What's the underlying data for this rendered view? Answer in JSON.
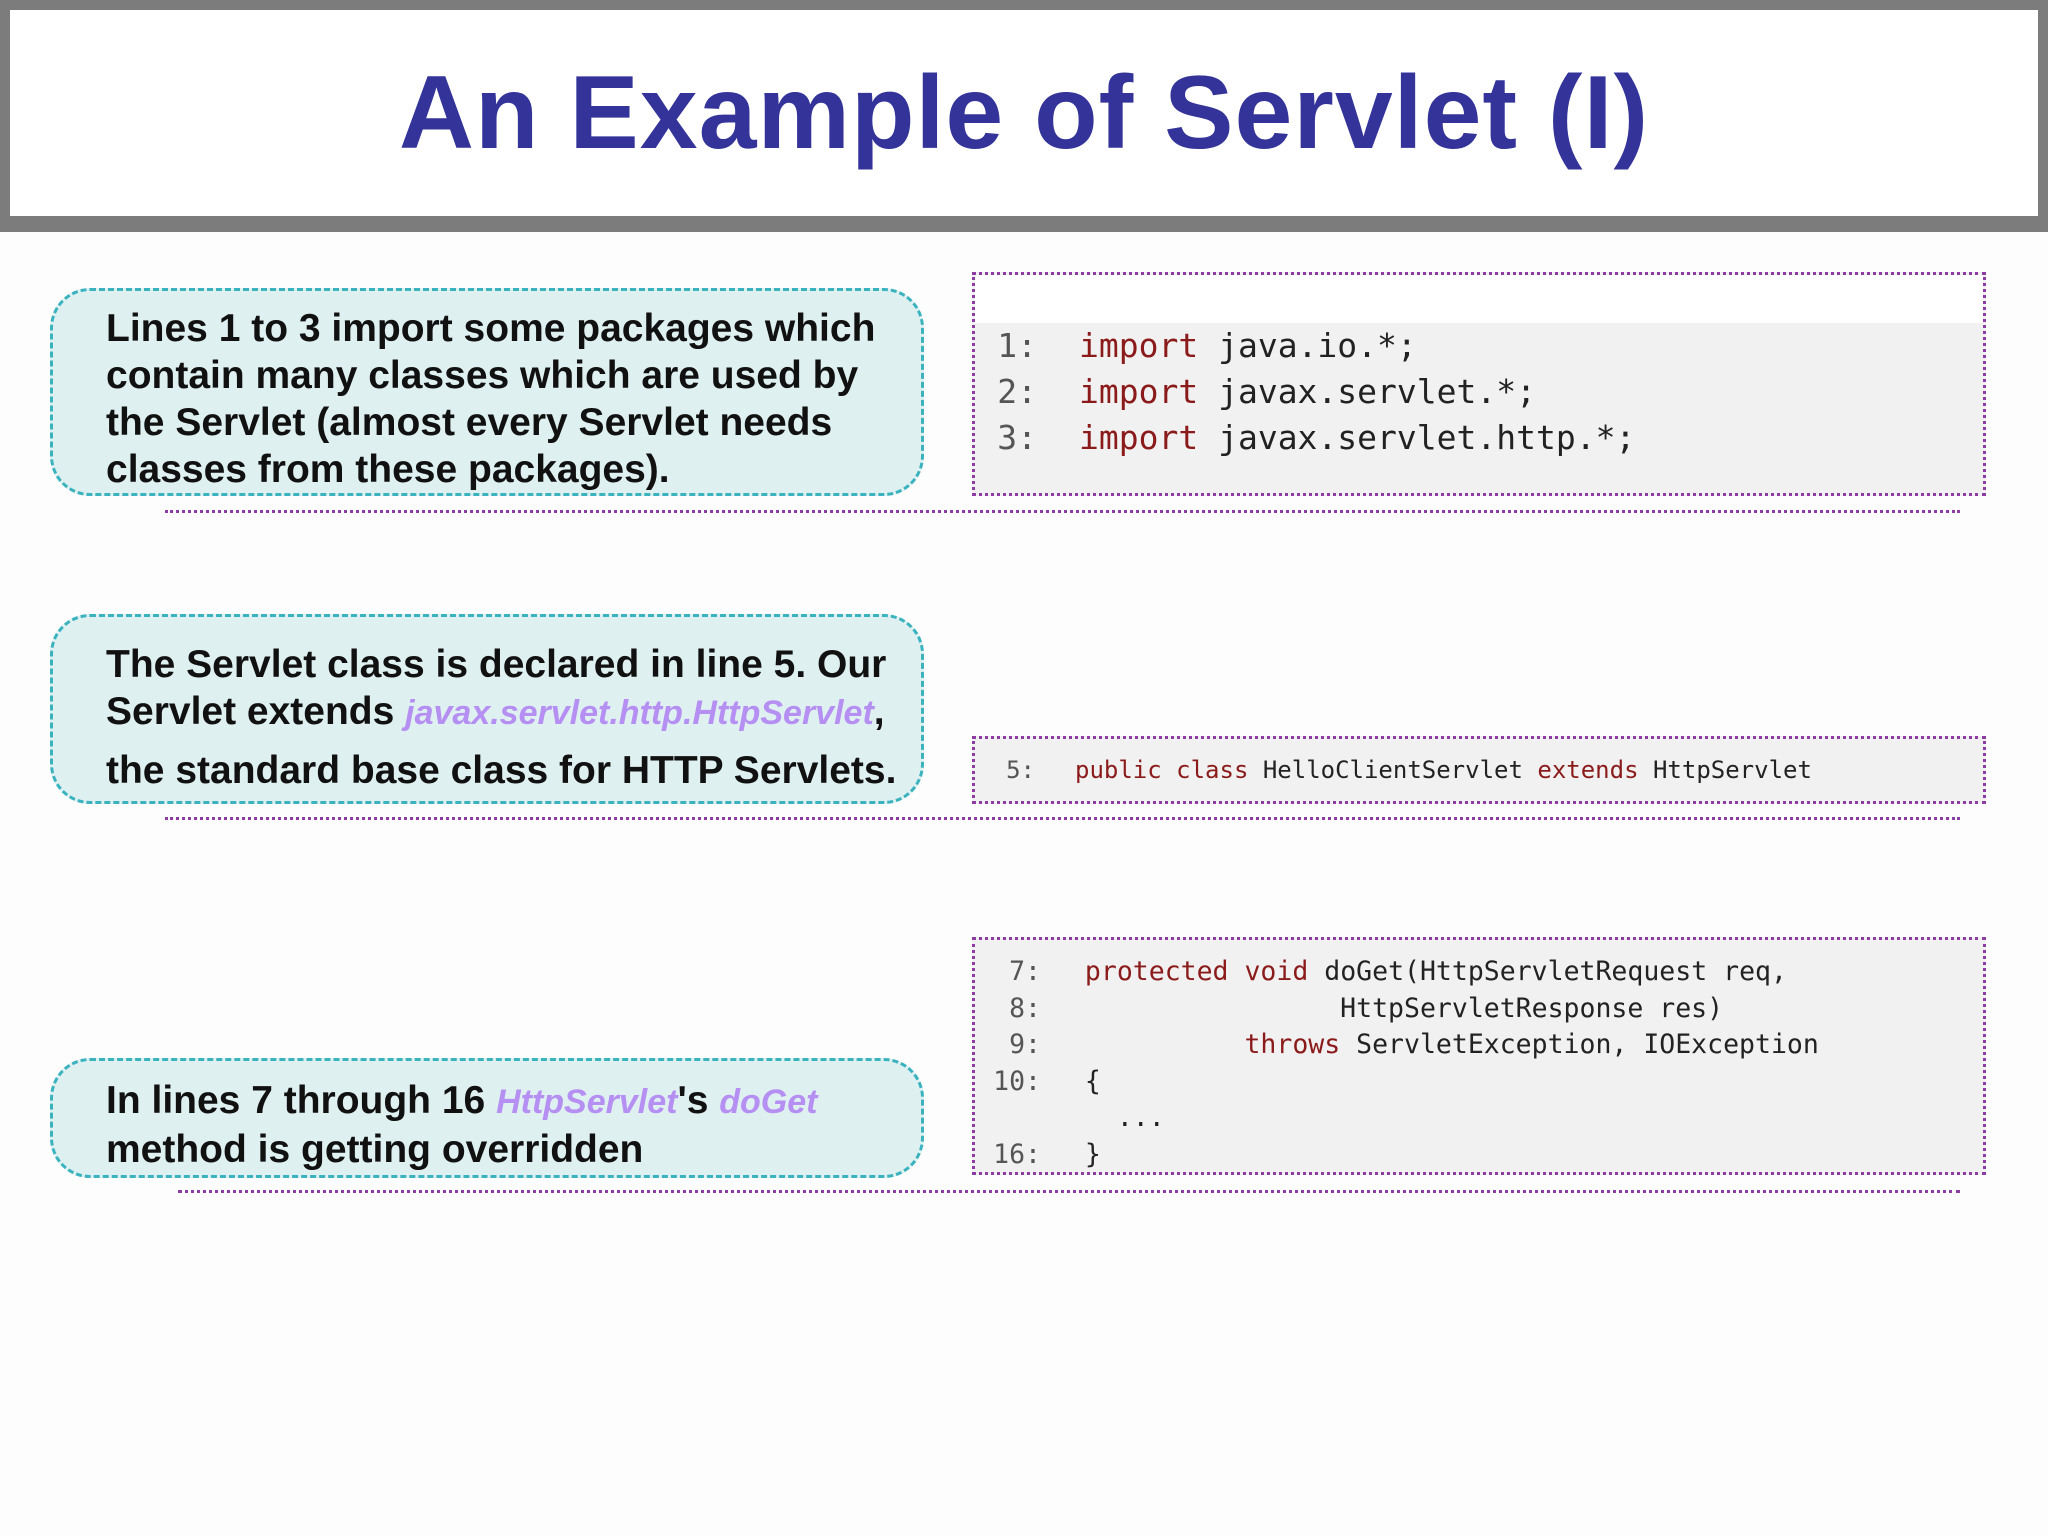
{
  "title": "An Example of Servlet (I)",
  "bubble1": {
    "text": "Lines 1 to 3 import some packages which contain many classes which are used by the Servlet (almost every Servlet needs classes from these packages)."
  },
  "bubble2": {
    "part1": "The Servlet class is declared in line 5. Our Servlet extends ",
    "highlight": "javax.servlet.http.HttpServlet",
    "part2": ",",
    "part3": "the standard base class for HTTP Servlets."
  },
  "bubble3": {
    "part1": "In lines 7 through 16 ",
    "highlight1": "HttpServlet",
    "part2": "'s ",
    "highlight2": "doGet",
    "part3": "method is getting overridden"
  },
  "code1": [
    {
      "num": "1:",
      "kw": "import",
      "rest": " java.io.*;"
    },
    {
      "num": "2:",
      "kw": "import",
      "rest": " javax.servlet.*;"
    },
    {
      "num": "3:",
      "kw": "import",
      "rest": " javax.servlet.http.*;"
    }
  ],
  "code2": {
    "num": "5:",
    "kw1": "public class",
    "name": " HelloClientServlet ",
    "kw2": "extends",
    "base": " HttpServlet"
  },
  "code3": [
    {
      "num": "7:",
      "pre": "  ",
      "kw": "protected void",
      "rest": " doGet(HttpServletRequest req,"
    },
    {
      "num": "8:",
      "pre": "",
      "kw": "",
      "rest": "                  HttpServletResponse res)"
    },
    {
      "num": "9:",
      "pre": "            ",
      "kw": "throws",
      "rest": " ServletException, IOException"
    },
    {
      "num": "10:",
      "pre": "",
      "kw": "",
      "rest": "  {"
    },
    {
      "num": "",
      "pre": "",
      "kw": "",
      "rest": "    ..."
    },
    {
      "num": "16:",
      "pre": "",
      "kw": "",
      "rest": "  }"
    }
  ],
  "colors": {
    "title": "#333399",
    "bubble_border": "#3ab3bf",
    "bubble_fill": "#dff0f1",
    "highlight": "#b58ff2",
    "keyword": "#8b1a1a",
    "dotted_rule": "#8c3ca3"
  }
}
